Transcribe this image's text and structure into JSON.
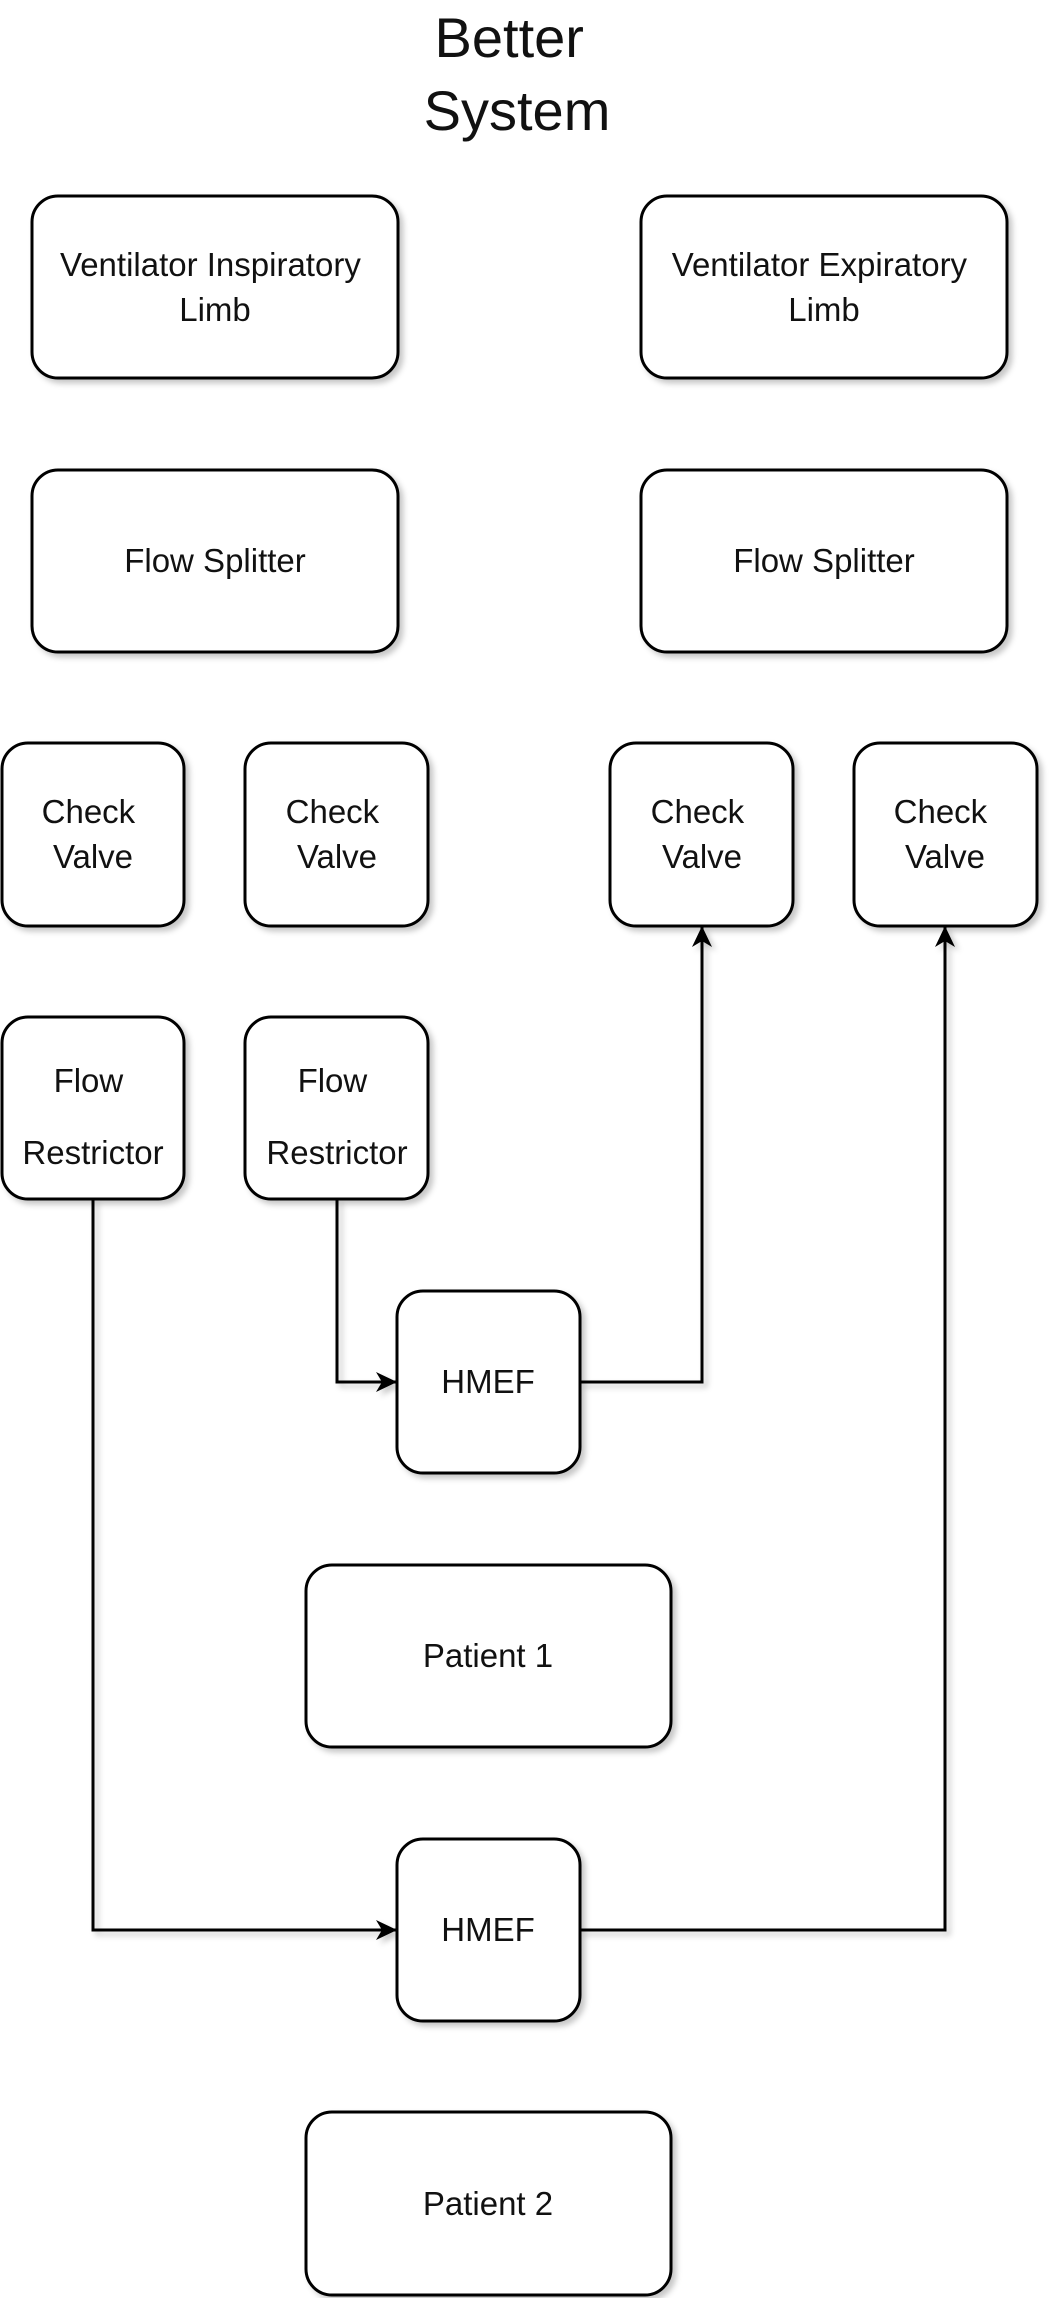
{
  "title": {
    "lines": [
      "Better",
      "System"
    ]
  },
  "nodes": {
    "vent_insp": {
      "lines": [
        "Ventilator Inspiratory",
        "Limb"
      ]
    },
    "vent_exp": {
      "lines": [
        "Ventilator Expiratory",
        "Limb"
      ]
    },
    "splitter_left": {
      "lines": [
        "Flow Splitter"
      ]
    },
    "splitter_right": {
      "lines": [
        "Flow Splitter"
      ]
    },
    "cv_1": {
      "lines": [
        "Check",
        "Valve"
      ]
    },
    "cv_2": {
      "lines": [
        "Check",
        "Valve"
      ]
    },
    "cv_3": {
      "lines": [
        "Check",
        "Valve"
      ]
    },
    "cv_4": {
      "lines": [
        "Check",
        "Valve"
      ]
    },
    "fr_1": {
      "lines": [
        "Flow",
        "Restrictor"
      ]
    },
    "fr_2": {
      "lines": [
        "Flow",
        "Restrictor"
      ]
    },
    "hmef_1": {
      "lines": [
        "HMEF"
      ]
    },
    "hmef_2": {
      "lines": [
        "HMEF"
      ]
    },
    "patient_1": {
      "lines": [
        "Patient 1"
      ]
    },
    "patient_2": {
      "lines": [
        "Patient 2"
      ]
    }
  }
}
